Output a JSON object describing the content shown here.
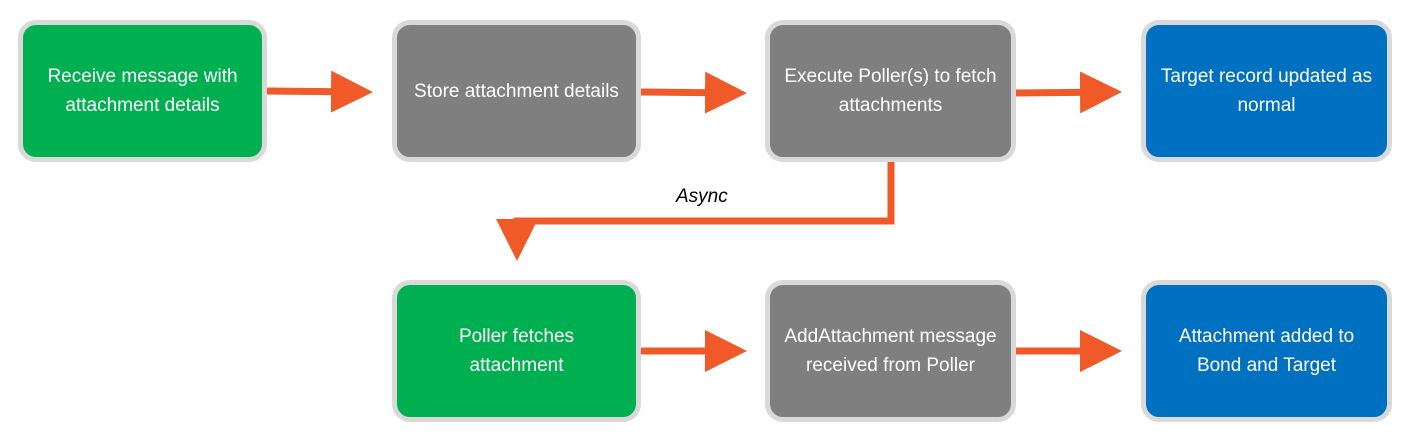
{
  "diagram": {
    "nodes": {
      "receive_message": {
        "label": "Receive message with attachment details",
        "color": "#00b050"
      },
      "store_details": {
        "label": "Store attachment details",
        "color": "#7f7f7f"
      },
      "execute_poller": {
        "label": "Execute Poller(s) to fetch attachments",
        "color": "#7f7f7f"
      },
      "target_updated": {
        "label": "Target record updated as normal",
        "color": "#0070c0"
      },
      "poller_fetches": {
        "label": "Poller fetches attachment",
        "color": "#00b050"
      },
      "add_attachment_message": {
        "label": "AddAttachment message received from Poller",
        "color": "#7f7f7f"
      },
      "attachment_added": {
        "label": "Attachment added to Bond and Target",
        "color": "#0070c0"
      }
    },
    "edges": [
      {
        "from": "receive_message",
        "to": "store_details",
        "label": ""
      },
      {
        "from": "store_details",
        "to": "execute_poller",
        "label": ""
      },
      {
        "from": "execute_poller",
        "to": "target_updated",
        "label": ""
      },
      {
        "from": "execute_poller",
        "to": "poller_fetches",
        "label": "Async"
      },
      {
        "from": "poller_fetches",
        "to": "add_attachment_message",
        "label": ""
      },
      {
        "from": "add_attachment_message",
        "to": "attachment_added",
        "label": ""
      }
    ],
    "async_label": "Async",
    "arrow_color": "#f05a28",
    "border_color": "#d9d9d9"
  }
}
